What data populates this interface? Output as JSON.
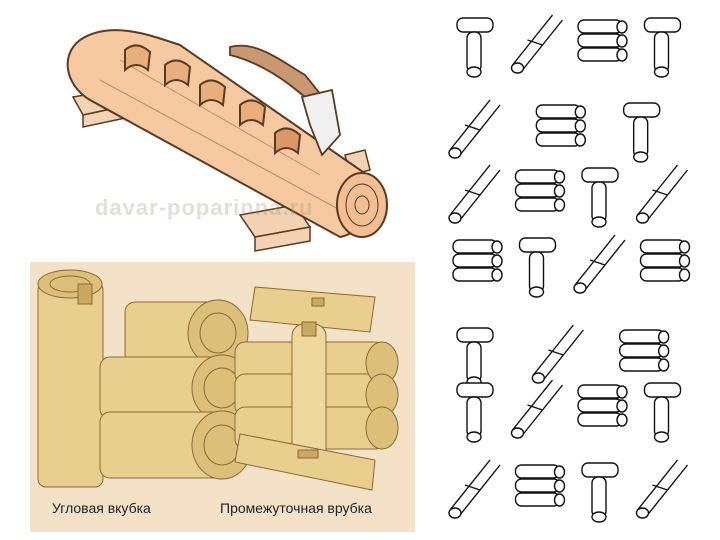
{
  "captions": {
    "corner": "Угловая вкубка",
    "middle": "Промежуточная врубка"
  },
  "watermark": "davar-poparinna.ru",
  "colors": {
    "log_light": "#f6c9a0",
    "log_mid": "#e8ae7c",
    "outline": "#5a3a22",
    "axe_handle": "#c99770",
    "render_log": "#e9cf8e",
    "render_end": "#dcc07a",
    "render_bg": "#f4e2c8"
  }
}
